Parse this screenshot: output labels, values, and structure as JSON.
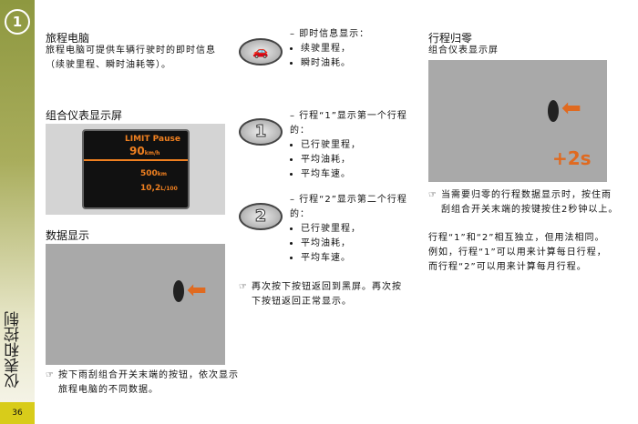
{
  "sidebar": {
    "chapter": "1",
    "section": "仪表和控制",
    "page": "36"
  },
  "left": {
    "title": "旅程电脑",
    "intro": "旅程电脑可提供车辆行驶时的即时信息（续驶里程、瞬时油耗等）。",
    "display_title": "组合仪表显示屏",
    "screen": {
      "limit": "LIMIT Pause",
      "speed": "90",
      "speed_unit": "km/h",
      "range": "500",
      "range_unit": "km",
      "consumption": "10,2",
      "consumption_unit": "L/100"
    },
    "data_title": "数据显示",
    "note": "按下雨刮组合开关末端的按钮，依次显示旅程电脑的不同数据。"
  },
  "middle": {
    "items": [
      {
        "icon": "car",
        "lead": "即时信息显示：",
        "bullets": [
          "续驶里程，",
          "瞬时油耗。"
        ]
      },
      {
        "icon": "1",
        "lead": "行程“1”显示第一个行程的：",
        "bullets": [
          "已行驶里程，",
          "平均油耗，",
          "平均车速。"
        ]
      },
      {
        "icon": "2",
        "lead": "行程“2”显示第二个行程的：",
        "bullets": [
          "已行驶里程，",
          "平均油耗，",
          "平均车速。"
        ]
      }
    ],
    "note": "再次按下按钮返回到黑屏。再次按下按钮返回正常显示。"
  },
  "right": {
    "title": "行程归零",
    "subtitle": "组合仪表显示屏",
    "badge": "+2s",
    "note": "当需要归零的行程数据显示时，按住雨刮组合开关末端的按键按住2秒钟以上。",
    "para": "行程“1”和“2”相互独立，但用法相同。例如，行程“1”可以用来计算每日行程，而行程“2”可以用来计算每月行程。"
  }
}
